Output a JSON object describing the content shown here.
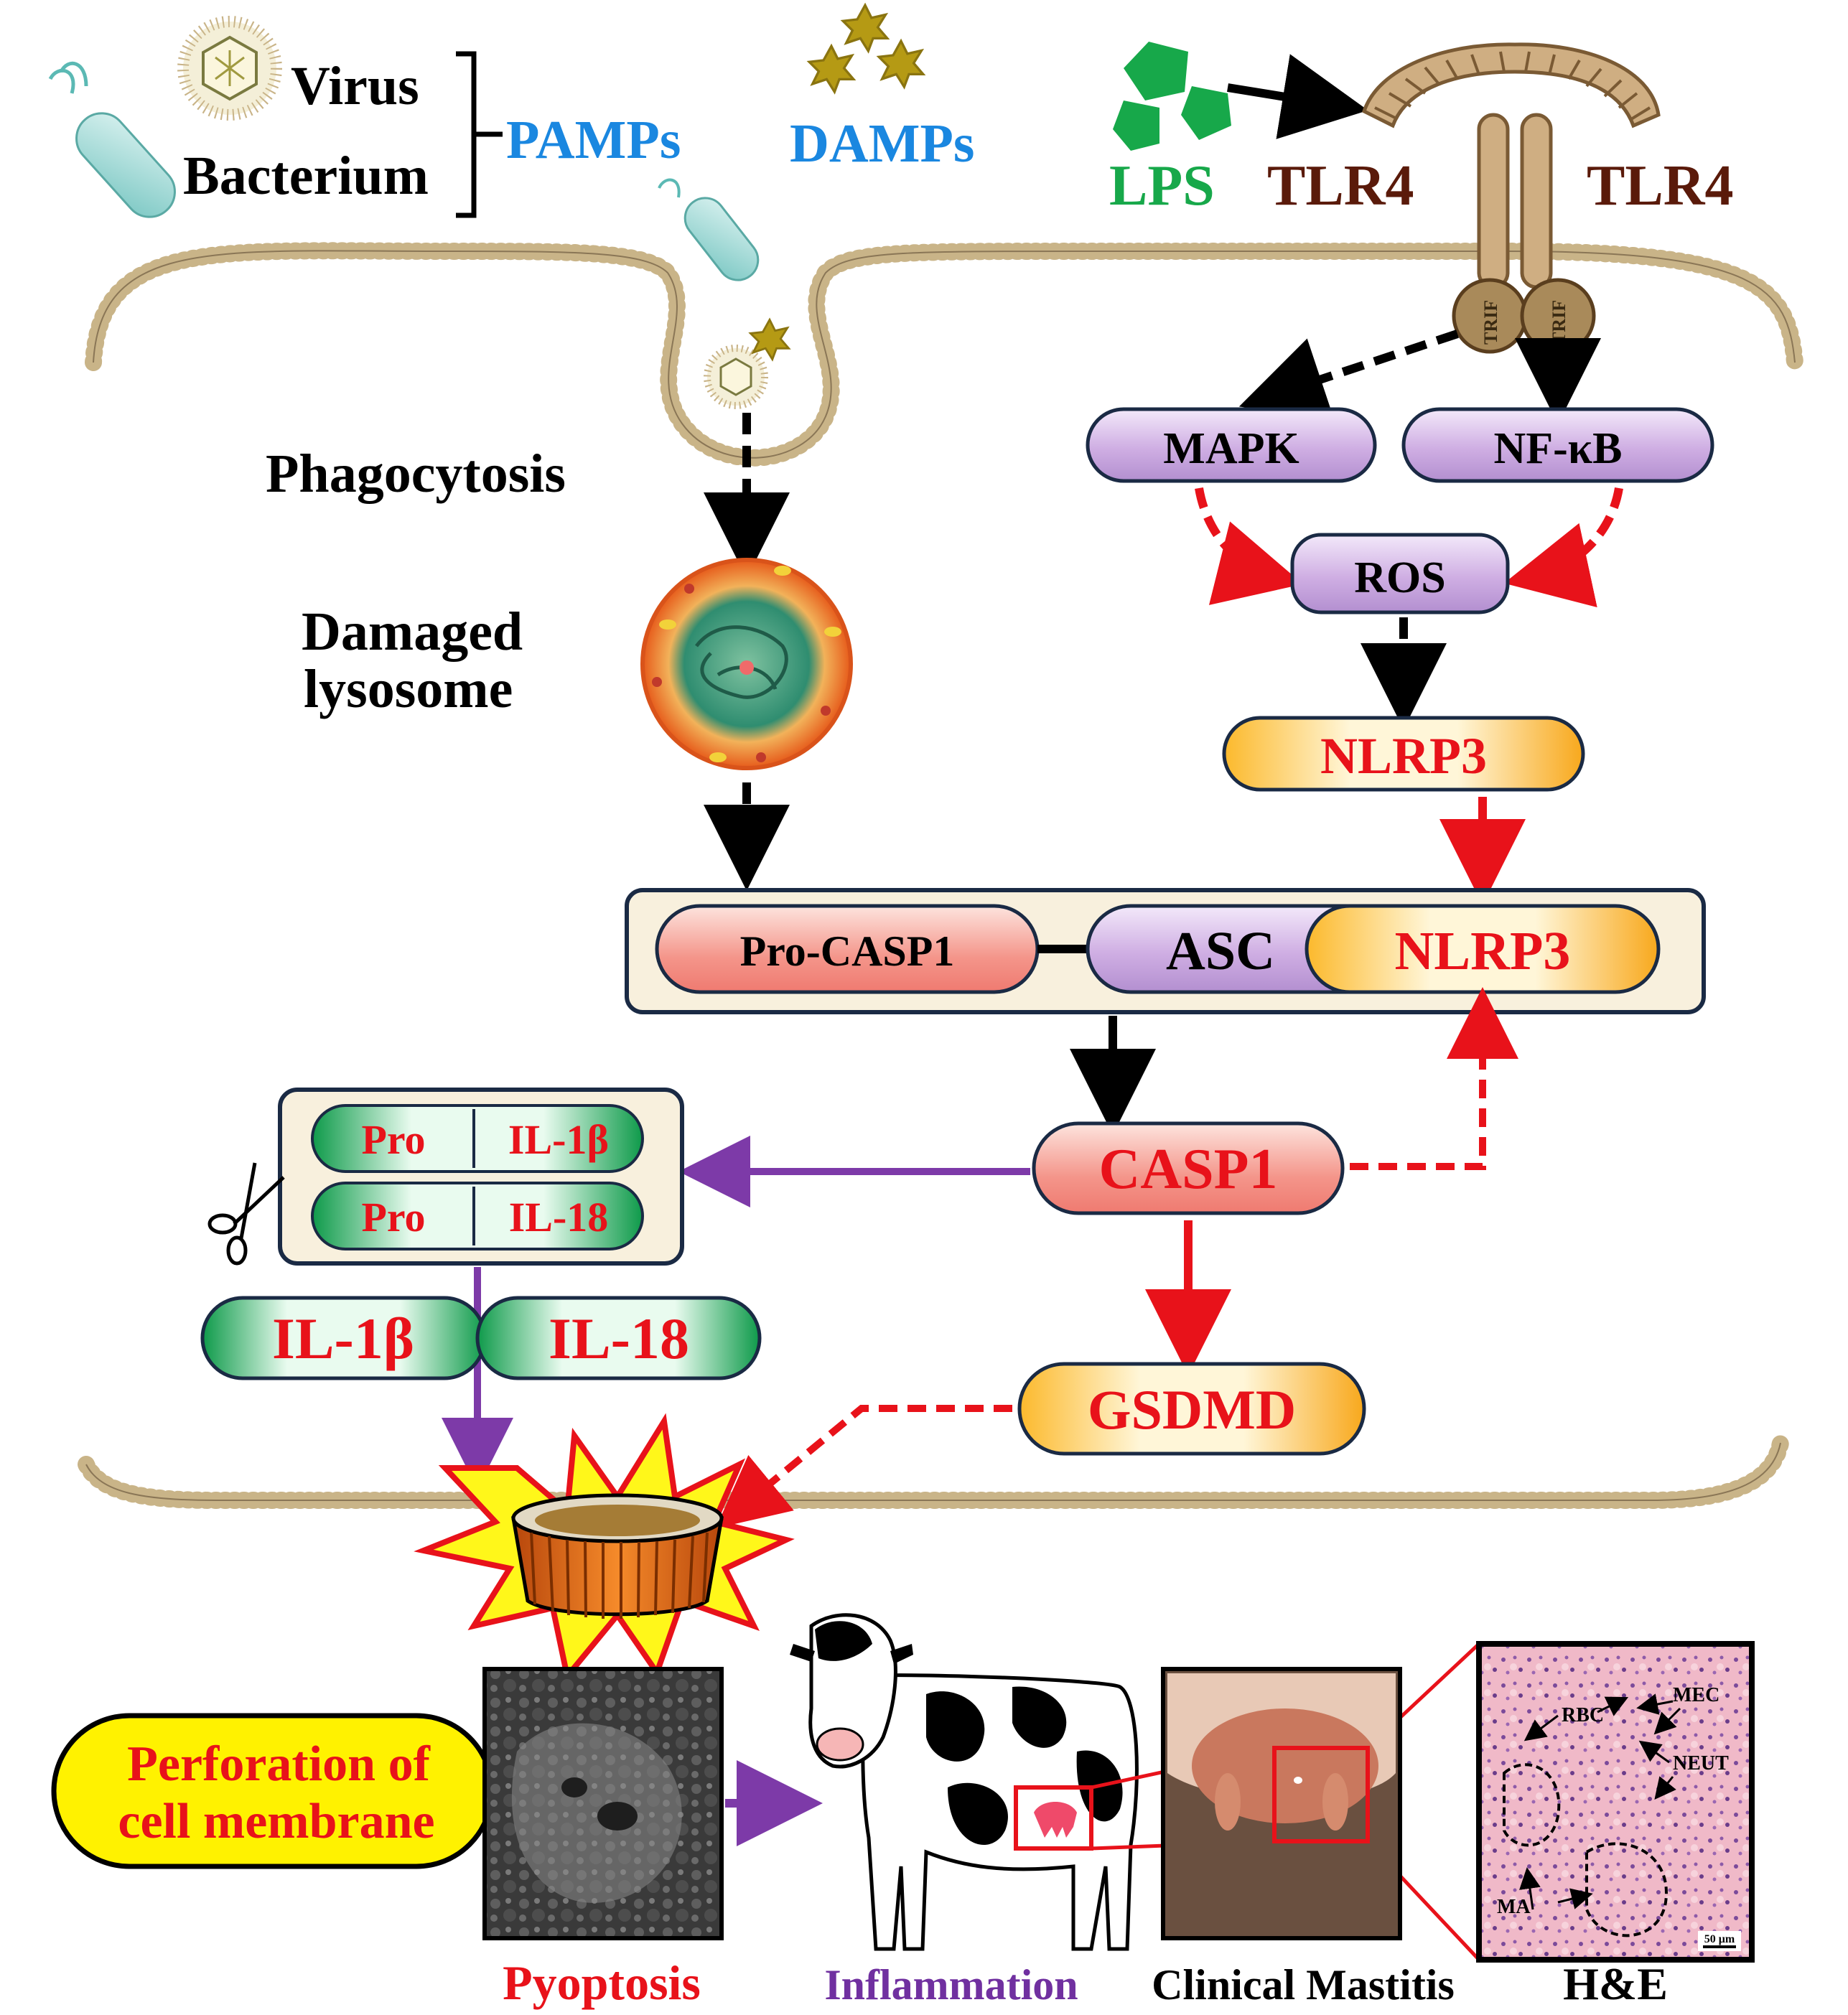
{
  "colors": {
    "pamps": "#1a87e0",
    "lps": "#17a84a",
    "tlr4": "#5a1a0a",
    "red_text": "#e8121a",
    "purple_text": "#7030a0",
    "arrow_black": "#000000",
    "arrow_red": "#e8121a",
    "arrow_purple": "#7d3aa8",
    "membrane": "#c9b488",
    "complex_bg": "#f8f0dd",
    "complex_border": "#1a2a44"
  },
  "top": {
    "virus": "Virus",
    "bacterium": "Bacterium",
    "pamps": "PAMPs",
    "damps": "DAMPs",
    "lps": "LPS",
    "tlr4_left": "TLR4",
    "tlr4_right": "TLR4",
    "trif_left": "TRIF",
    "trif_right": "TRIF"
  },
  "left": {
    "phagocytosis": "Phagocytosis",
    "damaged_line1": "Damaged",
    "damaged_line2": "lysosome"
  },
  "pathway": {
    "mapk": "MAPK",
    "nfkb": "NF-κB",
    "ros": "ROS",
    "nlrp3_upper": "NLRP3",
    "complex_pro_casp1": "Pro-CASP1",
    "complex_asc": "ASC",
    "complex_nlrp3": "NLRP3",
    "casp1": "CASP1",
    "gsdmd": "GSDMD"
  },
  "cytokines": {
    "pro_1": "Pro",
    "il1b_inner": "IL-1β",
    "pro_2": "Pro",
    "il18_inner": "IL-18",
    "il1b": "IL-1β",
    "il18": "IL-18"
  },
  "bottom": {
    "perforation_line1": "Perforation of",
    "perforation_line2": "cell membrane",
    "pyroptosis": "Pyoptosis",
    "inflammation": "Inflammation",
    "clinical_mastitis": "Clinical Mastitis",
    "he": "H&E",
    "he_labels": {
      "rbc": "RBC",
      "mec": "MEC",
      "neut": "NEUT",
      "ma": "MA",
      "scale": "50 μm"
    }
  },
  "icons": [
    "virus-icon",
    "bacterium-icon",
    "damp-particles-icon",
    "lps-icon",
    "tlr4-receptor-icon",
    "lysosome-icon",
    "scissors-icon",
    "gasdermin-pore-icon",
    "cow-icon",
    "sem-image",
    "udder-photo",
    "histology-image"
  ]
}
